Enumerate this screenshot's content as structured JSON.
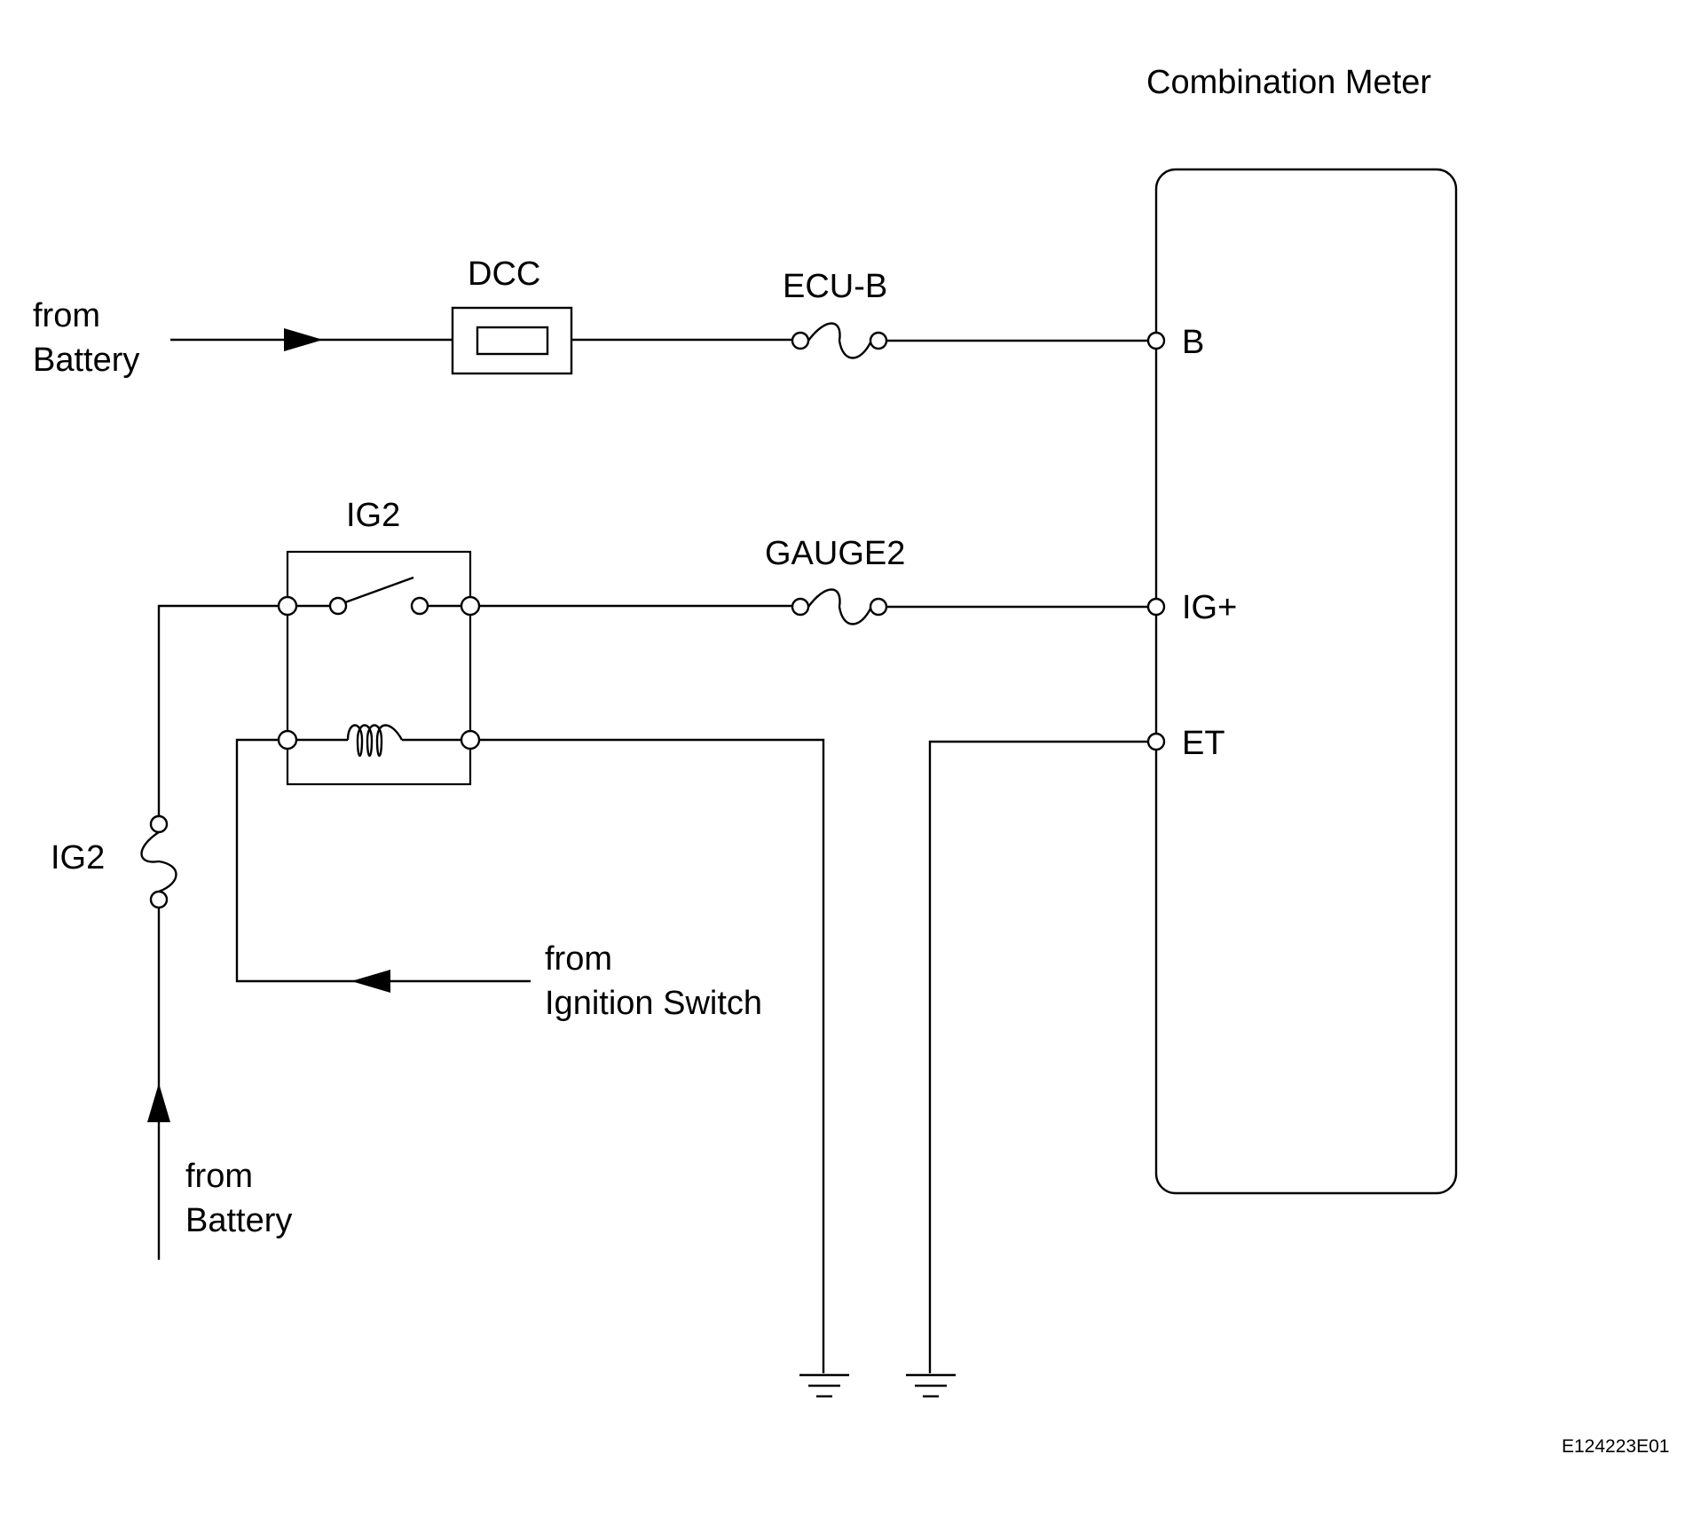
{
  "labels": {
    "combination_meter": "Combination Meter",
    "dcc": "DCC",
    "ecu_b": "ECU-B",
    "from_battery_top_1": "from",
    "from_battery_top_2": "Battery",
    "pin_b": "B",
    "ig2_relay": "IG2",
    "gauge2": "GAUGE2",
    "pin_ig": "IG+",
    "pin_et": "ET",
    "ig2_fuse": "IG2",
    "from_ignition_1": "from",
    "from_ignition_2": "Ignition Switch",
    "from_battery_bottom_1": "from",
    "from_battery_bottom_2": "Battery",
    "figure_code": "E124223E01"
  }
}
